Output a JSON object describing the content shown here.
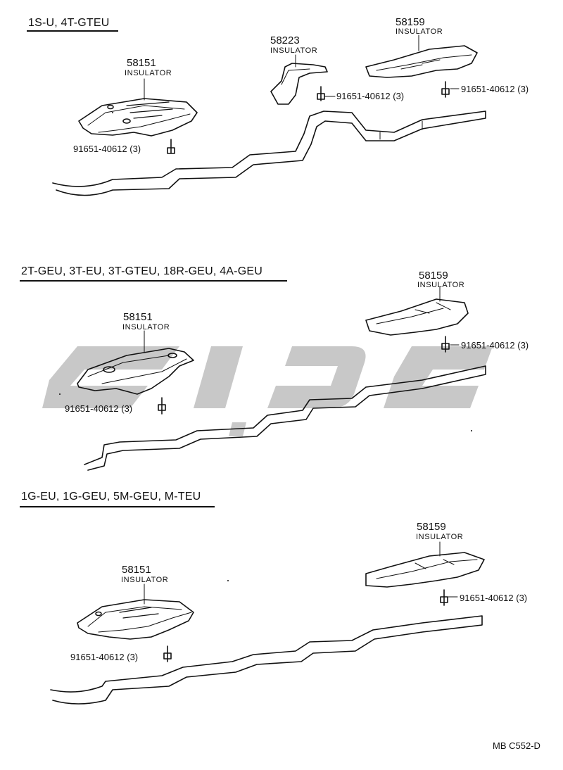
{
  "sections": [
    {
      "header": "1S-U, 4T-GTEU",
      "parts": [
        {
          "part_no": "58151",
          "name": "INSULATOR"
        },
        {
          "part_no": "58223",
          "name": "INSULATOR"
        },
        {
          "part_no": "58159",
          "name": "INSULATOR"
        }
      ],
      "bolts": [
        "91651-40612 (3)",
        "91651-40612 (3)",
        "91651-40612 (3)"
      ]
    },
    {
      "header": "2T-GEU, 3T-EU, 3T-GTEU, 18R-GEU, 4A-GEU",
      "parts": [
        {
          "part_no": "58151",
          "name": "INSULATOR"
        },
        {
          "part_no": "58159",
          "name": "INSULATOR"
        }
      ],
      "bolts": [
        "91651-40612 (3)",
        "91651-40612 (3)"
      ]
    },
    {
      "header": "1G-EU, 1G-GEU, 5M-GEU, M-TEU",
      "parts": [
        {
          "part_no": "58151",
          "name": "INSULATOR"
        },
        {
          "part_no": "58159",
          "name": "INSULATOR"
        }
      ],
      "bolts": [
        "91651-40612 (3)",
        "91651-40612 (3)"
      ]
    }
  ],
  "footer_code": "MB  C552-D",
  "colors": {
    "ink": "#111111",
    "watermark": "#c8c8c8"
  }
}
